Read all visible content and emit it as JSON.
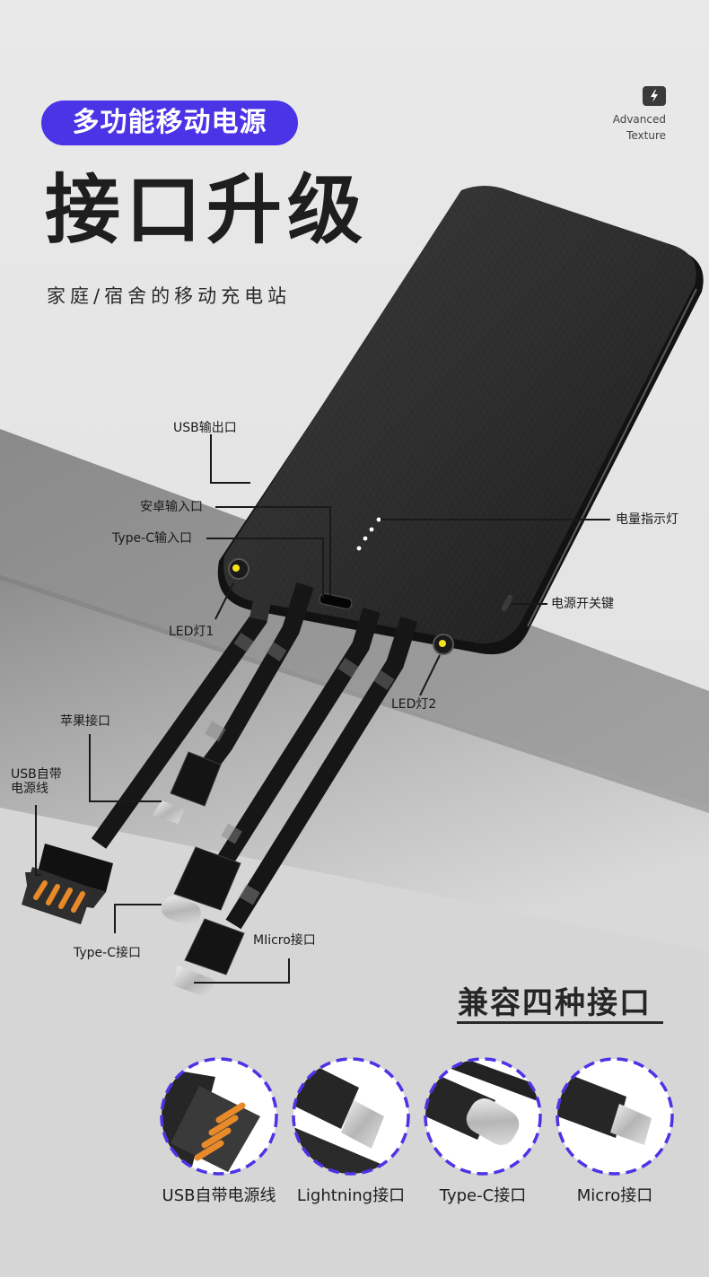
{
  "header": {
    "badge": "多功能移动电源",
    "brand_icon": "lightning-battery-icon",
    "brand_line1": "Advanced",
    "brand_line2": "Texture",
    "headline": "接口升级",
    "subtitle": "家庭/宿舍的移动充电站"
  },
  "callouts": {
    "usb_output": "USB输出口",
    "android_input": "安卓输入口",
    "typec_input": "Type-C输入口",
    "battery_indicator": "电量指示灯",
    "power_button": "电源开关键",
    "led1": "LED灯1",
    "led2": "LED灯2",
    "apple_port": "苹果接口",
    "usb_cable_line1": "USB自带",
    "usb_cable_line2": "电源线",
    "typec_port": "Type-C接口",
    "micro_port": "MIicro接口"
  },
  "compat": {
    "title": "兼容四种接口",
    "ports": [
      {
        "label": "USB自带电源线",
        "icon": "usb-a-connector-icon"
      },
      {
        "label": "Lightning接口",
        "icon": "lightning-connector-icon"
      },
      {
        "label": "Type-C接口",
        "icon": "usb-c-connector-icon"
      },
      {
        "label": "Micro接口",
        "icon": "micro-usb-connector-icon"
      }
    ]
  },
  "colors": {
    "accent": "#4a34e6",
    "device": "#2b2b2b",
    "led": "#f5e21a",
    "usb_pins": "#e88a2a",
    "background_light": "#e6e6e6",
    "background_dark": "#8f8f8f"
  }
}
